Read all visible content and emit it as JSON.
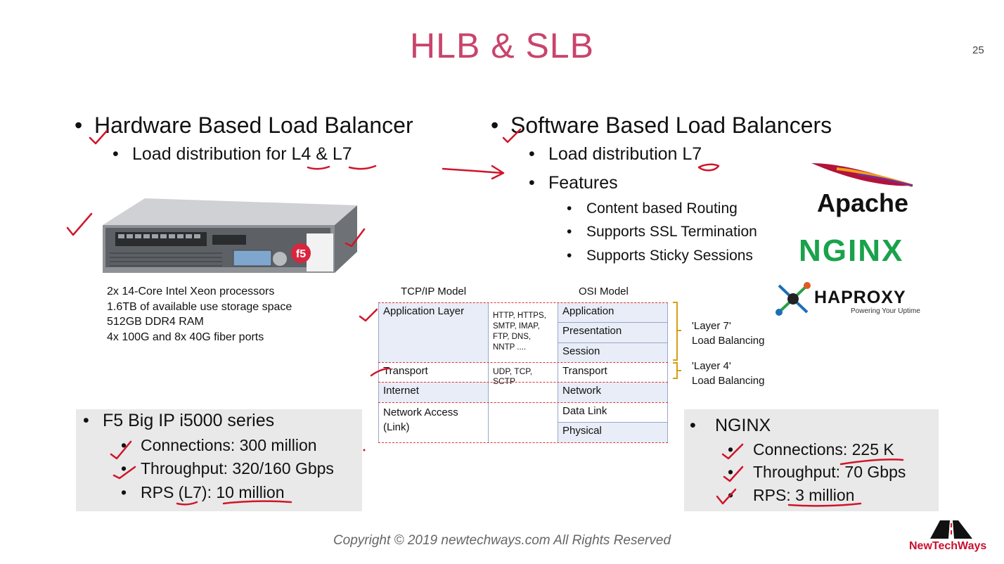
{
  "slide": {
    "title": "HLB & SLB",
    "page_number": "25",
    "copyright": "Copyright © 2019 newtechways.com All Rights Reserved",
    "brand_logo_text": "NewTechWays",
    "watermark": "NewTechWays"
  },
  "left": {
    "heading": "Hardware Based Load Balancer",
    "sub": "Load distribution for L4 & L7",
    "device_specs": [
      "2x 14-Core Intel Xeon processors",
      "1.6TB of available use storage space",
      "512GB DDR4 RAM",
      "4x 100G and 8x 40G fiber ports"
    ],
    "box": {
      "title": "F5 Big IP i5000 series",
      "items": [
        "Connections: 300 million",
        "Throughput: 320/160 Gbps",
        "RPS (L7): 10 million"
      ]
    }
  },
  "right": {
    "heading": "Software Based Load Balancers",
    "sub1": "Load distribution L7",
    "sub2": "Features",
    "features": [
      "Content based Routing",
      "Supports SSL Termination",
      "Supports Sticky Sessions"
    ],
    "logos": {
      "apache": "Apache",
      "nginx": "NGINX",
      "haproxy": "HAPROXY",
      "haproxy_tagline": "Powering Your Uptime"
    },
    "box": {
      "title": "NGINX",
      "items": [
        "Connections: 225 K",
        "Throughput: 70 Gbps",
        "RPS: 3 million"
      ]
    }
  },
  "table": {
    "tcp_header": "TCP/IP Model",
    "osi_header": "OSI Model",
    "tcp": [
      "Application Layer",
      "Transport",
      "Internet",
      "Network Access (Link)"
    ],
    "protocols": [
      "HTTP, HTTPS, SMTP, IMAP, FTP, DNS, NNTP ....",
      "UDP, TCP, SCTP"
    ],
    "osi": [
      "Application",
      "Presentation",
      "Session",
      "Transport",
      "Network",
      "Data Link",
      "Physical"
    ],
    "layer7_label": [
      "'Layer 7'",
      "Load Balancing"
    ],
    "layer4_label": [
      "'Layer 4'",
      "Load Balancing"
    ]
  },
  "colors": {
    "title": "#c9446d",
    "ink": "#d0152a",
    "nginx_green": "#1aa24b",
    "table_blue": "#e8edf7"
  }
}
